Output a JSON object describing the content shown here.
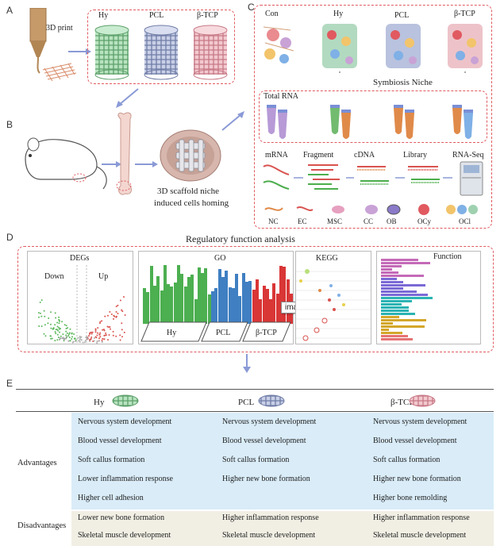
{
  "panels": {
    "a": "A",
    "b": "B",
    "c": "C",
    "d": "D",
    "e": "E"
  },
  "panel_a": {
    "print_label": "3D print",
    "scaffolds": [
      "Hy",
      "PCL",
      "β-TCP"
    ]
  },
  "panel_b": {
    "scaffold_caption_line1": "3D scaffold niche",
    "scaffold_caption_line2": "induced cells homing"
  },
  "panel_c": {
    "groups": [
      "Con",
      "Hy",
      "PCL",
      "β-TCP"
    ],
    "symbiosis": "Symbiosis Niche",
    "total_rna": "Total RNA",
    "steps": [
      "mRNA",
      "Fragment",
      "cDNA",
      "Library",
      "RNA-Seq"
    ],
    "cell_legend": [
      "NC",
      "EC",
      "MSC",
      "CC",
      "OB",
      "OCy",
      "OCl"
    ]
  },
  "panel_d": {
    "title": "Regulatory function analysis",
    "degs": "DEGs",
    "down": "Down",
    "up": "Up",
    "go": "GO",
    "go_groups": [
      "Hy",
      "PCL",
      "β-TCP"
    ],
    "kegg": "KEGG",
    "function": "Function",
    "tooltip": "image"
  },
  "panel_e": {
    "columns": [
      "Hy",
      "PCL",
      "β-TCP"
    ],
    "advantages_label": "Advantages",
    "disadvantages_label": "Disadvantages",
    "advantages": [
      [
        "Nervous system development",
        "Nervous system development",
        "Nervous system development"
      ],
      [
        "Blood vessel development",
        "Blood vessel development",
        "Blood vessel development"
      ],
      [
        "Soft callus formation",
        "Soft callus formation",
        "Soft callus formation"
      ],
      [
        "Lower inflammation response",
        "Higher new bone formation",
        "Higher new bone formation"
      ],
      [
        "Higher cell adhesion",
        "",
        "Higher bone remolding"
      ]
    ],
    "disadvantages": [
      [
        "Lower new bone formation",
        "Higher inflammation response",
        "Higher inflammation response"
      ],
      [
        "Skeletal muscle development",
        "Skeletal muscle development",
        "Skeletal muscle development"
      ]
    ]
  },
  "colors": {
    "dash_red": "#e05a60",
    "arrow_blue": "#8a9ad6",
    "hy_green": "#8fcf9a",
    "pcl_blue": "#9aa6cc",
    "tcp_pink": "#e8a6b0",
    "adv_bg": "#d9ecf8",
    "dis_bg": "#f1efe4"
  }
}
